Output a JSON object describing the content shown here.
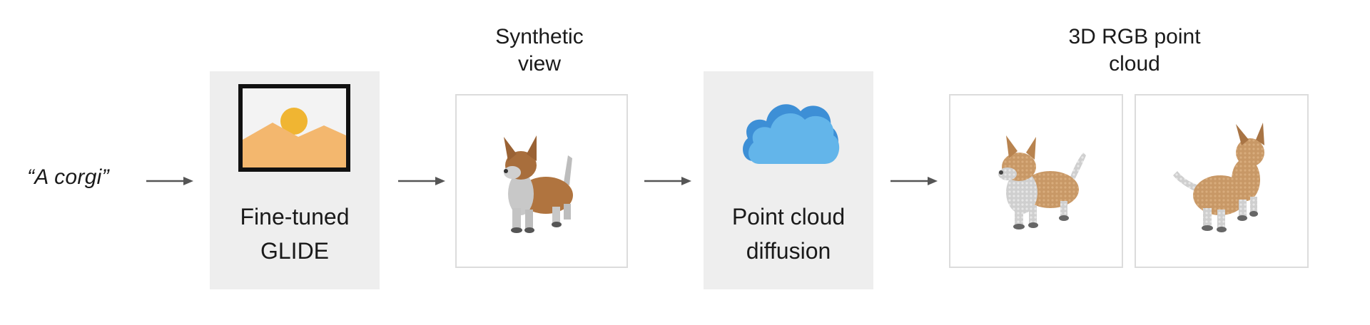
{
  "input": {
    "prompt": "“A corgi”"
  },
  "stages": {
    "glide": {
      "label_line1": "Fine-tuned",
      "label_line2": "GLIDE",
      "icon": "image-icon"
    },
    "synthetic_view": {
      "caption_line1": "Synthetic",
      "caption_line2": "view"
    },
    "point_cloud_diffusion": {
      "label_line1": "Point cloud",
      "label_line2": "diffusion",
      "icon": "cloud-icon"
    },
    "output": {
      "caption_line1": "3D RGB point",
      "caption_line2": "cloud"
    }
  },
  "colors": {
    "stage_box": "#eeeeee",
    "frame_border": "#dcdcdc",
    "arrow": "#555555",
    "cloud": "#5aaee6",
    "image_sun": "#f0b532",
    "image_hills": "#f3b76e"
  }
}
